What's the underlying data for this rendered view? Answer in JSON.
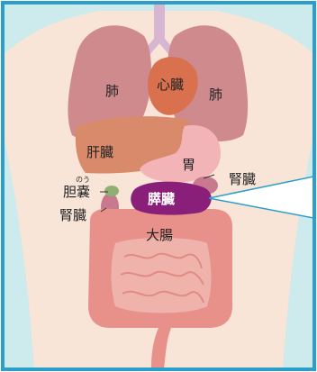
{
  "labels": {
    "lung_left": "肺",
    "heart": "心臓",
    "lung_right": "肺",
    "liver": "肝臓",
    "stomach": "胃",
    "kidney_right": "腎臓",
    "gallbladder": "胆嚢",
    "gallbladder_ruby": "のう",
    "pancreas": "膵臓",
    "kidney_left": "腎臓",
    "large_intestine": "大腸"
  },
  "colors": {
    "frame": "#2a9fc9",
    "background": "#cdeaec",
    "body": "#f9e4d8",
    "lung": "#cf8a8d",
    "heart": "#d9704e",
    "liver": "#d98a6a",
    "stomach": "#f3b4b8",
    "pancreas": "#8a1f7a",
    "kidney": "#c8788f",
    "gallbladder": "#8fb073",
    "intestine": "#e8918a",
    "trachea": "#d7b6d2",
    "callout": "#2a9fc9"
  }
}
